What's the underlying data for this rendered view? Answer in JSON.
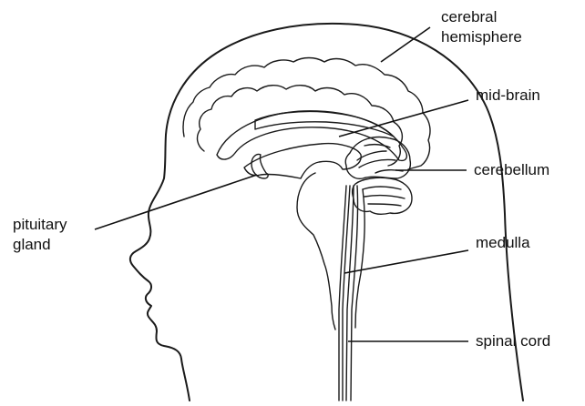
{
  "labels": {
    "cerebral_hemisphere_line1": "cerebral",
    "cerebral_hemisphere_line2": "hemisphere",
    "mid_brain": "mid-brain",
    "cerebellum": "cerebellum",
    "medulla": "medulla",
    "spinal_cord": "spinal cord",
    "pituitary_line1": "pituitary",
    "pituitary_line2": "gland"
  }
}
